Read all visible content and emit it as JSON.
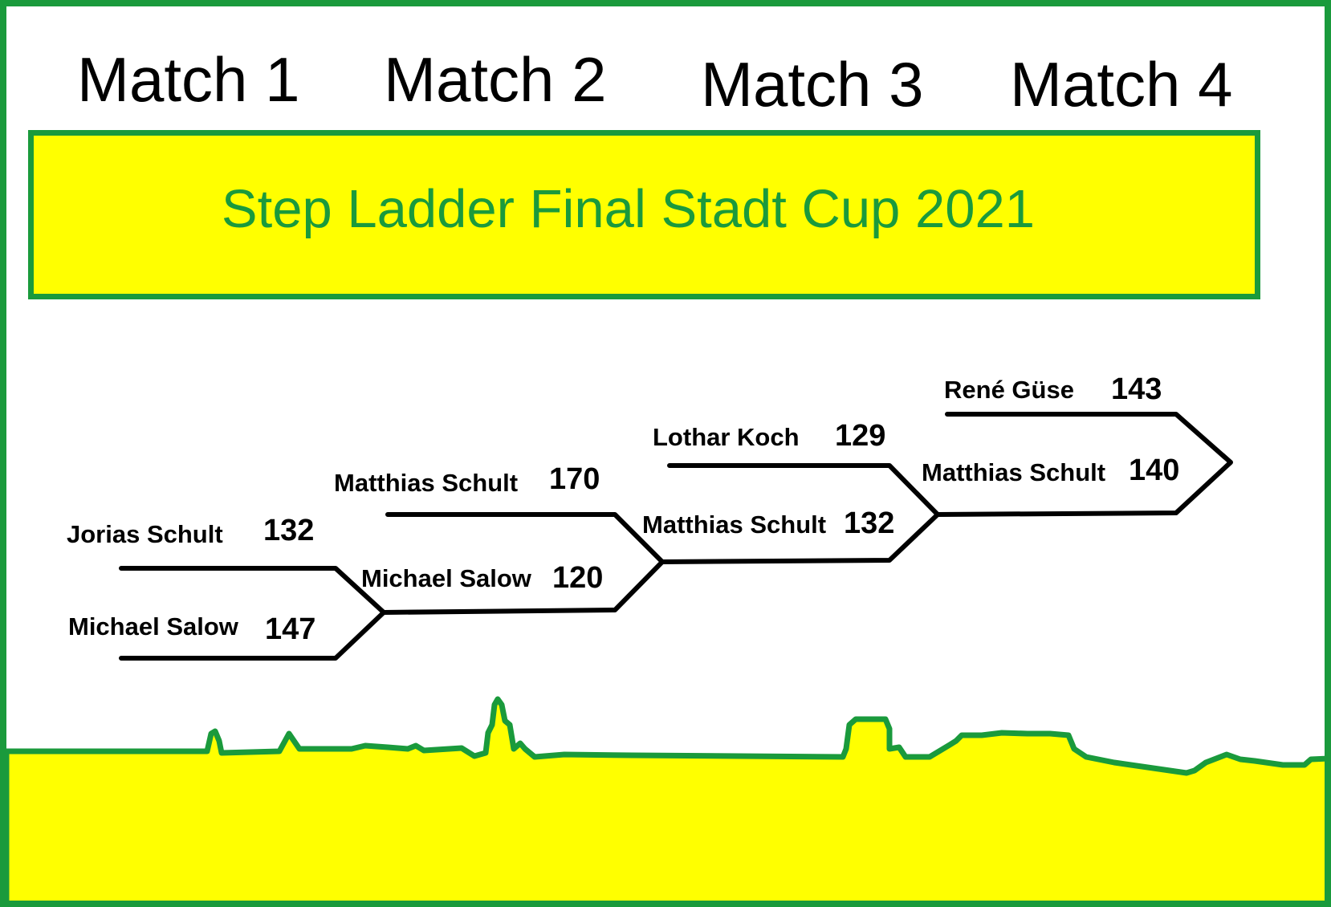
{
  "matches": [
    {
      "heading": "Match 1"
    },
    {
      "heading": "Match 2"
    },
    {
      "heading": "Match 3"
    },
    {
      "heading": "Match 4"
    }
  ],
  "banner": {
    "title": "Step Ladder Final Stadt Cup 2021"
  },
  "games": [
    {
      "match": "Match 1",
      "players": [
        {
          "name": "Jorias Schult",
          "score": "132"
        },
        {
          "name": "Michael Salow",
          "score": "147"
        }
      ]
    },
    {
      "match": "Match 2",
      "players": [
        {
          "name": "Matthias Schult",
          "score": "170"
        },
        {
          "name": "Michael Salow",
          "score": "120"
        }
      ]
    },
    {
      "match": "Match 3",
      "players": [
        {
          "name": "Lothar Koch",
          "score": "129"
        },
        {
          "name": "Matthias Schult",
          "score": "132"
        }
      ]
    },
    {
      "match": "Match 4",
      "players": [
        {
          "name": "René Güse",
          "score": "143"
        },
        {
          "name": "Matthias Schult",
          "score": "140"
        }
      ]
    }
  ],
  "colors": {
    "frame_green": "#1a9a3c",
    "banner_yellow": "#ffff00",
    "ground_yellow": "#ffff00",
    "text_black": "#000000"
  },
  "decorations": {
    "skyline": "city-skyline-silhouette"
  }
}
